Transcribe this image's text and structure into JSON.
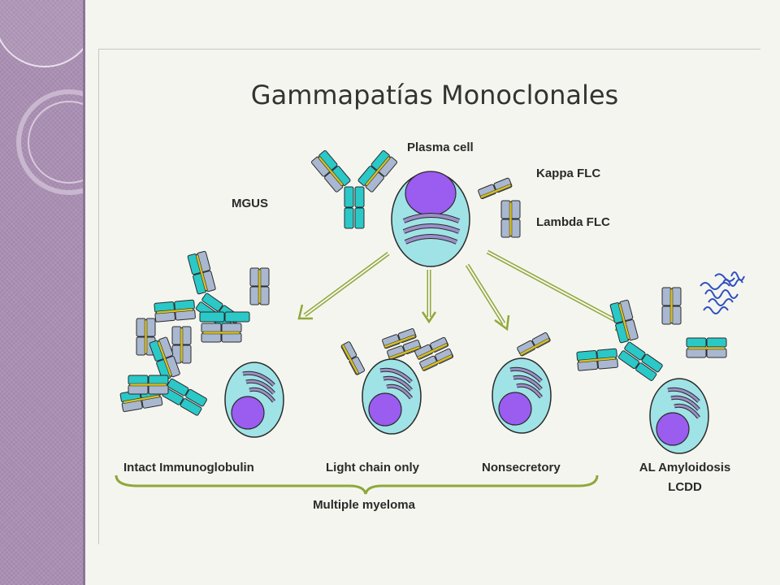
{
  "title": "Gammapatías Monoclonales",
  "labels": {
    "plasma_cell": "Plasma cell",
    "kappa": "Kappa FLC",
    "lambda": "Lambda FLC",
    "mgus": "MGUS",
    "intact": "Intact Immunoglobulin",
    "light_chain": "Light chain only",
    "nonsecretory": "Nonsecretory",
    "al_amyloidosis": "AL Amyloidosis",
    "lcdd": "LCDD",
    "multiple_myeloma": "Multiple myeloma"
  },
  "colors": {
    "sidebar": "#a98fb2",
    "background": "#f5f5ef",
    "cell_fill": "#9fe3e6",
    "nucleus": "#9b5cf0",
    "heavy_chain": "#2bc8c8",
    "light_chain": "#a9b8d0",
    "arrow": "#8ea83a",
    "brace": "#8ea83a",
    "fibril": "#3050c0"
  }
}
